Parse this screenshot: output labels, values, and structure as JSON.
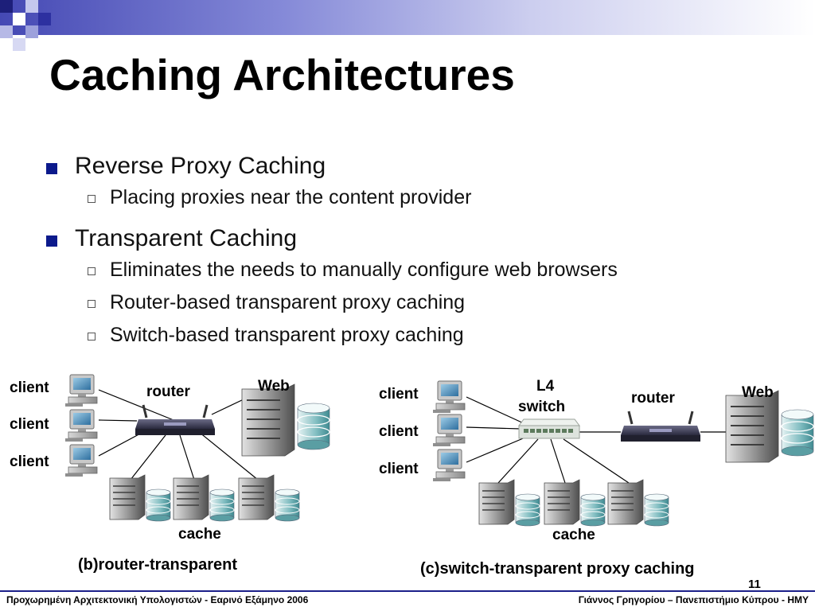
{
  "slide": {
    "title": "Caching Architectures",
    "bullets": [
      {
        "text": "Reverse Proxy Caching",
        "sub": [
          "Placing proxies near the content provider"
        ]
      },
      {
        "text": "Transparent Caching",
        "sub": [
          "Eliminates the needs to manually configure web browsers",
          "Router-based transparent proxy caching",
          "Switch-based transparent proxy caching"
        ]
      }
    ]
  },
  "diagram_b": {
    "clients": [
      "client",
      "client",
      "client"
    ],
    "router_label": "router",
    "web_label": "Web",
    "cache_label": "cache",
    "caption": "(b)router-transparent"
  },
  "diagram_c": {
    "clients": [
      "client",
      "client",
      "client"
    ],
    "switch_label_1": "L4",
    "switch_label_2": "switch",
    "router_label": "router",
    "web_label": "Web",
    "cache_label": "cache",
    "caption": "(c)switch-transparent proxy caching"
  },
  "footer": {
    "left": "Προχωρημένη Αρχιτεκτονική Υπολογιστών - Εαρινό Εξάμηνο 2006",
    "right": "Γιάννος Γρηγορίου – Πανεπιστήμιο Κύπρου - ΗΜΥ",
    "page_number": "11"
  },
  "colors": {
    "accent": "#0c1a8c",
    "header_gradient_start": "#3b3fb0"
  },
  "icons": {
    "computer": "desktop-computer-icon",
    "router": "router-icon",
    "switch": "network-switch-icon",
    "server": "server-icon",
    "disk": "disk-stack-icon"
  }
}
